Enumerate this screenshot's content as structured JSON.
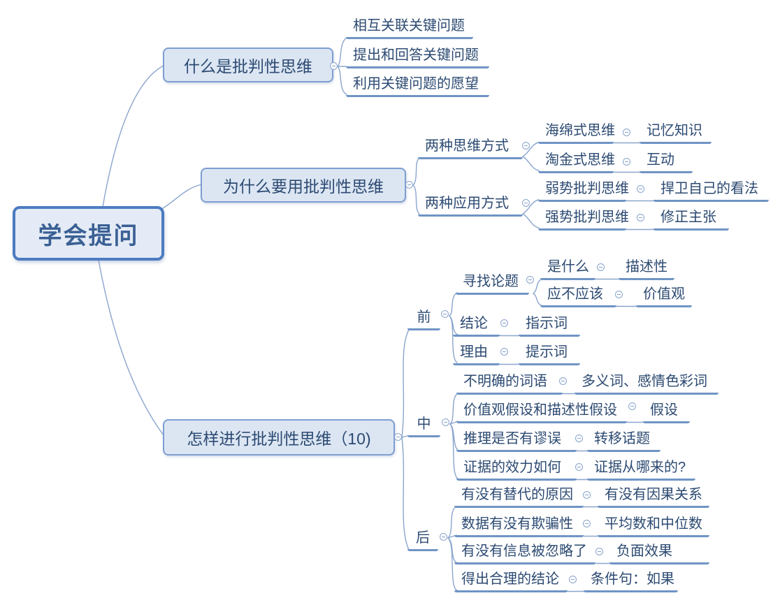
{
  "icons": {
    "collapse": "minus-circle"
  },
  "colors": {
    "root_border": "#4c7bc0",
    "root_fill": "#e4ebf6",
    "box_border": "#7e9ed2",
    "box_fill": "#dce6f3",
    "line": "#6f94c5",
    "curve": "#8aa5ce",
    "text": "#2c4a72",
    "root_text": "#3a6094",
    "icon": "#8aa5ce"
  },
  "root": {
    "label": "学会提问"
  },
  "branches": [
    {
      "label": "什么是批判性思维",
      "children": [
        {
          "label": "相互关联关键问题"
        },
        {
          "label": "提出和回答关键问题"
        },
        {
          "label": "利用关键问题的愿望"
        }
      ]
    },
    {
      "label": "为什么要用批判性思维",
      "children": [
        {
          "label": "两种思维方式",
          "children": [
            {
              "label": "海绵式思维",
              "children": [
                {
                  "label": "记忆知识"
                }
              ]
            },
            {
              "label": "淘金式思维",
              "children": [
                {
                  "label": "互动"
                }
              ]
            }
          ]
        },
        {
          "label": "两种应用方式",
          "children": [
            {
              "label": "弱势批判思维",
              "children": [
                {
                  "label": "捍卫自己的看法"
                }
              ]
            },
            {
              "label": "强势批判思维",
              "children": [
                {
                  "label": "修正主张"
                }
              ]
            }
          ]
        }
      ]
    },
    {
      "label": "怎样进行批判性思维（10)",
      "children": [
        {
          "label": "前",
          "children": [
            {
              "label": "寻找论题",
              "children": [
                {
                  "label": "是什么",
                  "children": [
                    {
                      "label": "描述性"
                    }
                  ]
                },
                {
                  "label": "应不应该",
                  "children": [
                    {
                      "label": "价值观"
                    }
                  ]
                }
              ]
            },
            {
              "label": "结论",
              "children": [
                {
                  "label": "指示词"
                }
              ]
            },
            {
              "label": "理由",
              "children": [
                {
                  "label": "提示词"
                }
              ]
            }
          ]
        },
        {
          "label": "中",
          "children": [
            {
              "label": "不明确的词语",
              "children": [
                {
                  "label": "多义词、感情色彩词"
                }
              ]
            },
            {
              "label": "价值观假设和描述性假设",
              "children": [
                {
                  "label": "假设"
                }
              ]
            },
            {
              "label": "推理是否有谬误",
              "children": [
                {
                  "label": "转移话题"
                }
              ]
            },
            {
              "label": "证据的效力如何",
              "children": [
                {
                  "label": "证据从哪来的?"
                }
              ]
            }
          ]
        },
        {
          "label": "后",
          "children": [
            {
              "label": "有没有替代的原因",
              "children": [
                {
                  "label": "有没有因果关系"
                }
              ]
            },
            {
              "label": "数据有没有欺骗性",
              "children": [
                {
                  "label": "平均数和中位数"
                }
              ]
            },
            {
              "label": "有没有信息被忽略了",
              "children": [
                {
                  "label": "负面效果"
                }
              ]
            },
            {
              "label": "得出合理的结论",
              "children": [
                {
                  "label": "条件句：如果"
                }
              ]
            }
          ]
        }
      ]
    }
  ]
}
